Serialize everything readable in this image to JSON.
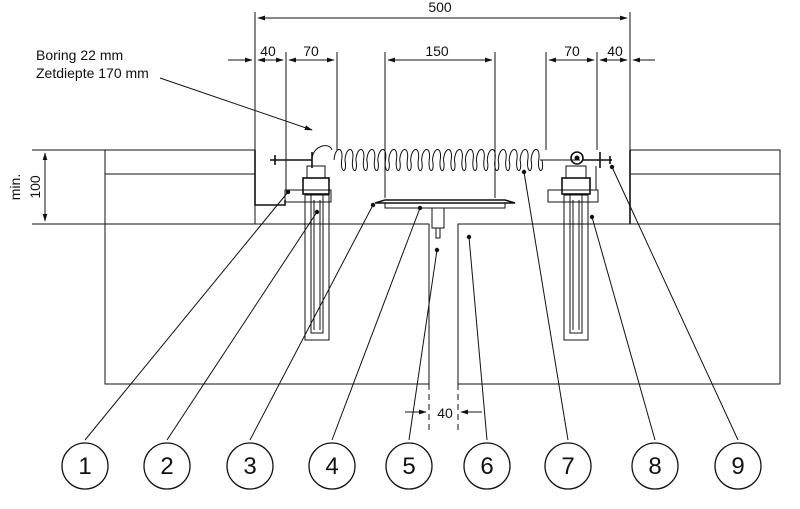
{
  "dimensions": {
    "total": "500",
    "left_edge": "40",
    "left_anchor": "70",
    "center": "150",
    "right_anchor": "70",
    "right_edge": "40",
    "gap": "40",
    "height": "100",
    "height_prefix": "min."
  },
  "notes": {
    "drilling": "Boring 22 mm",
    "depth": "Zetdiepte 170 mm"
  },
  "callouts": [
    "1",
    "2",
    "3",
    "4",
    "5",
    "6",
    "7",
    "8",
    "9"
  ]
}
